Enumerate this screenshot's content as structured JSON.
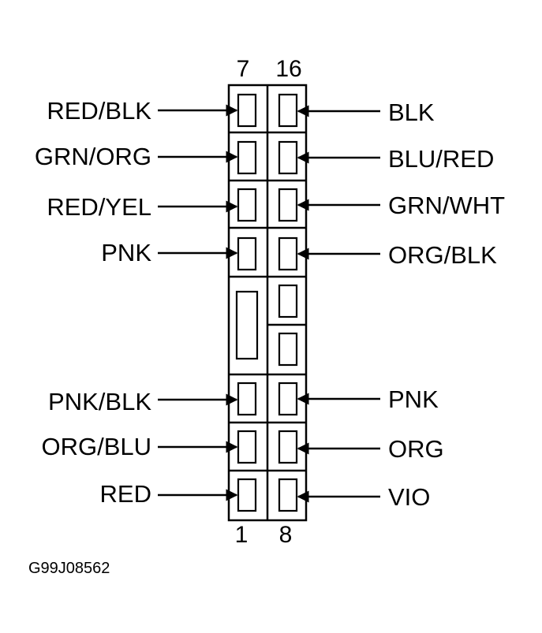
{
  "pin_numbers": {
    "top_left": "7",
    "top_right": "16",
    "bottom_left": "1",
    "bottom_right": "8"
  },
  "left_wires": [
    "RED/BLK",
    "GRN/ORG",
    "RED/YEL",
    "PNK",
    "PNK/BLK",
    "ORG/BLU",
    "RED"
  ],
  "right_wires": [
    "BLK",
    "BLU/RED",
    "GRN/WHT",
    "ORG/BLK",
    "PNK",
    "ORG",
    "VIO"
  ],
  "figure_code": "G99J08562"
}
